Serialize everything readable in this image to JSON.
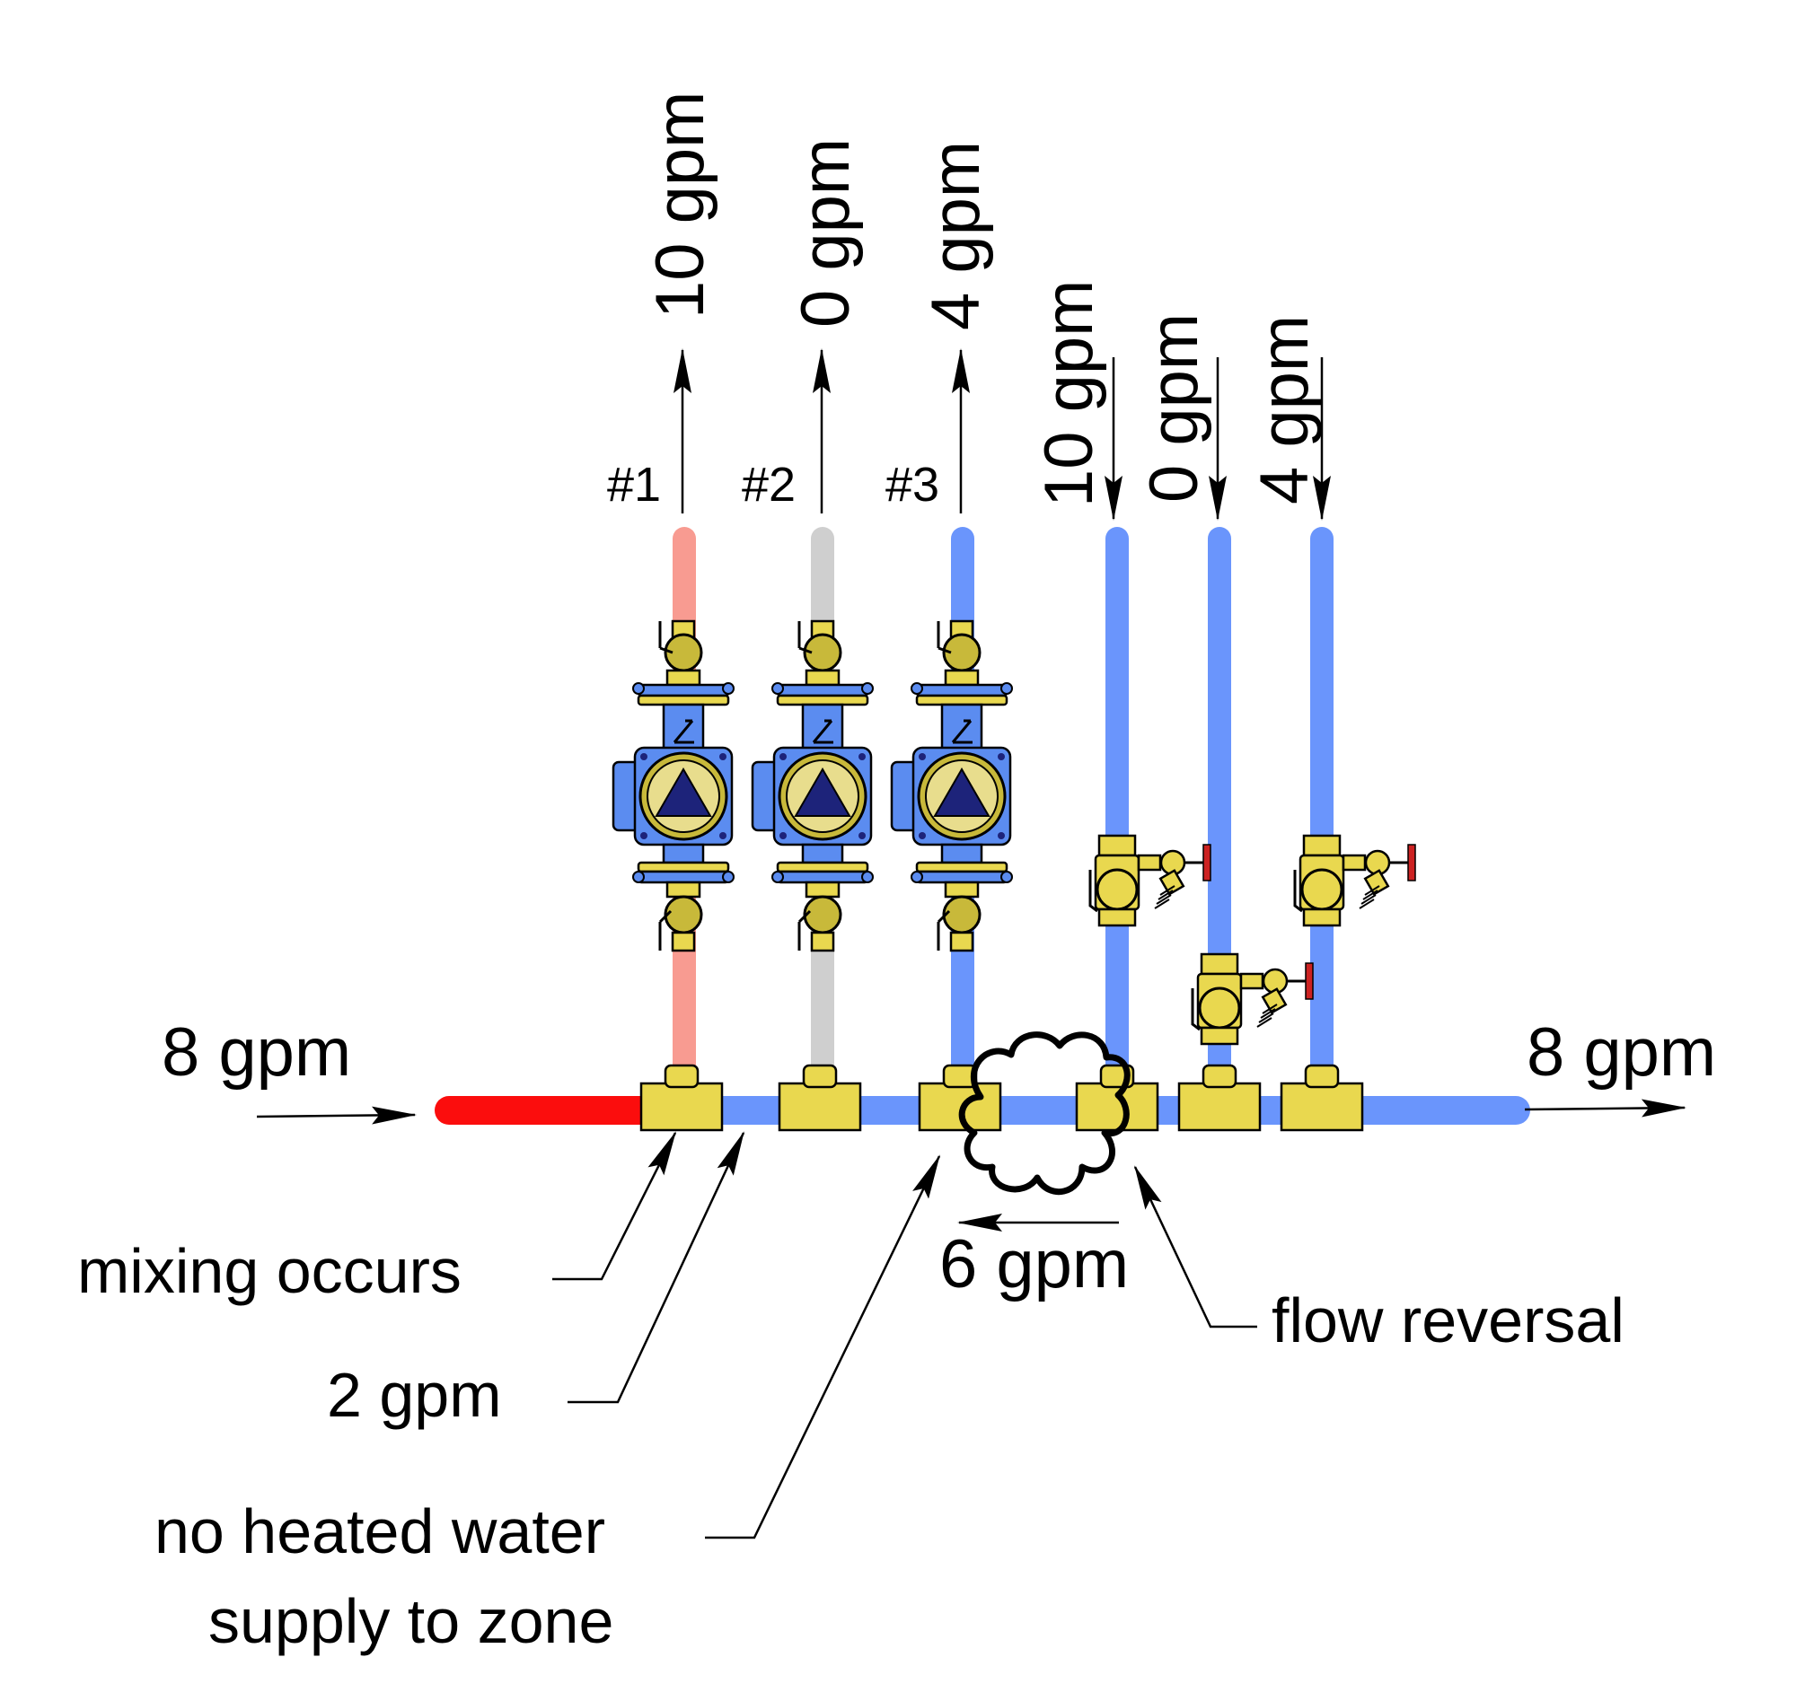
{
  "colors": {
    "hot_supply": "#fb0d0d",
    "mixed_pipe": "#f89b91",
    "no_flow_pipe": "#cfcfcf",
    "cool_pipe": "#6a95fc",
    "brass": "#e9d84f",
    "brass_dark": "#bfae2b",
    "pump_body": "#5b8cf0",
    "pump_triangle": "#1d237a",
    "handwheel": "#cc2222"
  },
  "inlet": {
    "label": "8 gpm"
  },
  "outlet": {
    "label": "8 gpm"
  },
  "supplies": [
    {
      "zone": "#1",
      "flow": "10 gpm",
      "pipe_color": "mixed_pipe"
    },
    {
      "zone": "#2",
      "flow": "0 gpm",
      "pipe_color": "no_flow_pipe"
    },
    {
      "zone": "#3",
      "flow": "4 gpm",
      "pipe_color": "cool_pipe"
    }
  ],
  "returns": [
    {
      "flow": "10 gpm"
    },
    {
      "flow": "0 gpm"
    },
    {
      "flow": "4 gpm"
    }
  ],
  "callouts": {
    "mixing": "mixing occurs",
    "two_gpm": "2 gpm",
    "no_heat_line1": "no heated water",
    "no_heat_line2": "supply to zone",
    "reverse_flow": "6 gpm",
    "flow_reversal": "flow reversal"
  },
  "icons": [
    "circulator-pump-icon",
    "ball-valve-icon",
    "balancing-valve-icon",
    "tee-fitting-icon",
    "arrow-icon"
  ]
}
